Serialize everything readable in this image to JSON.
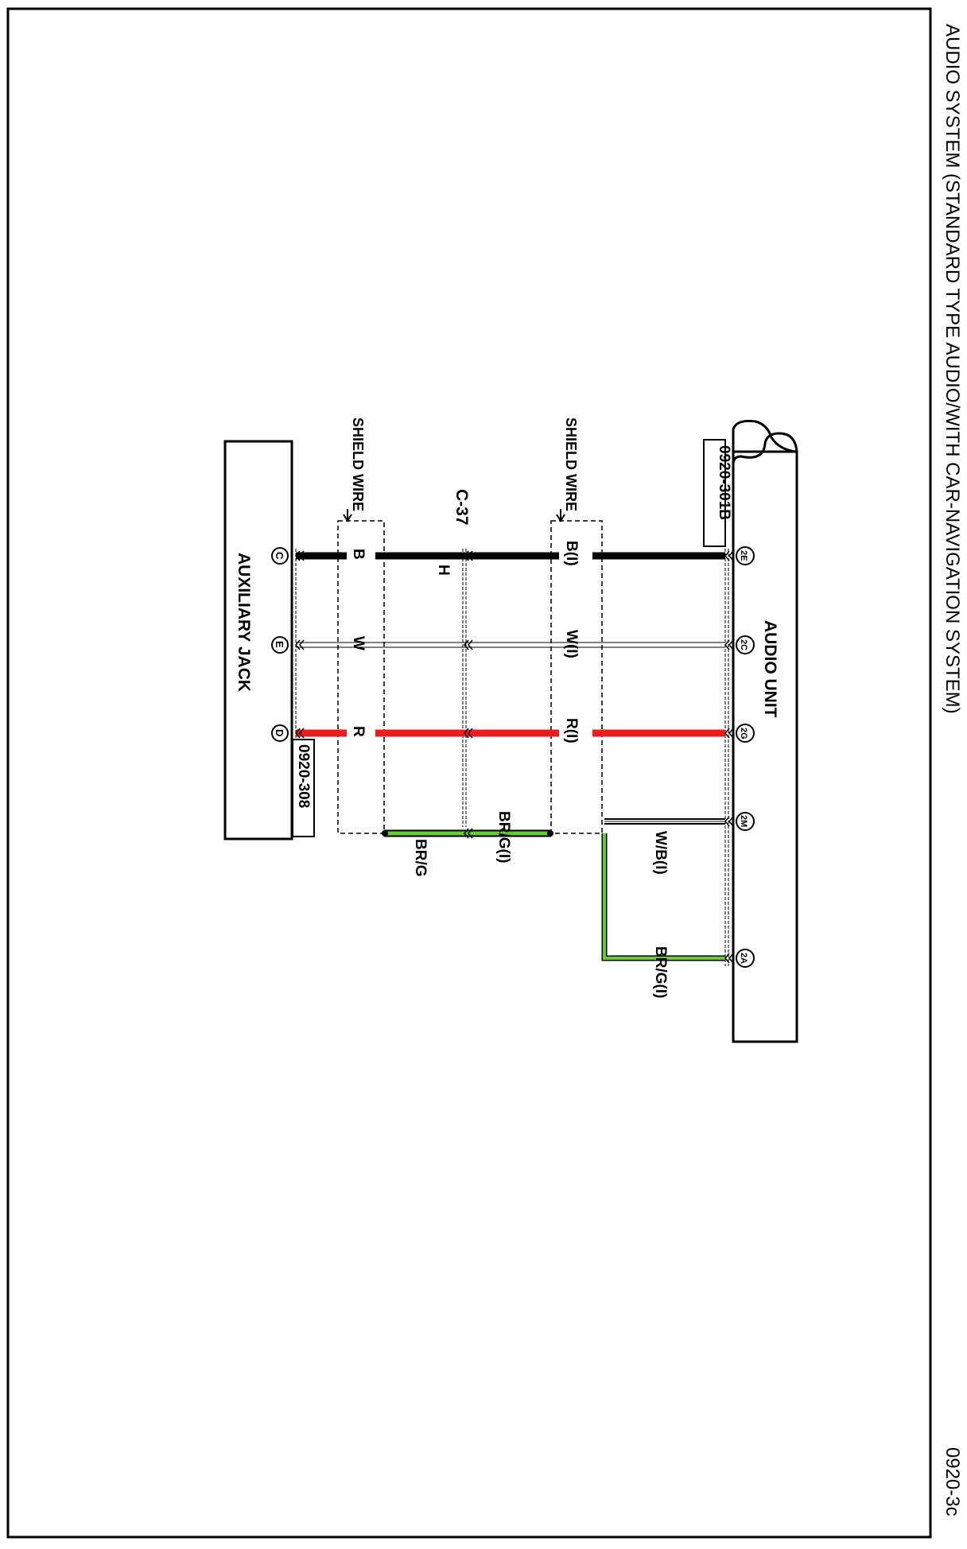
{
  "title": "AUDIO SYSTEM (STANDARD TYPE AUDIO/WITH CAR-NAVIGATION SYSTEM)",
  "page_code": "0920-3c",
  "audio_unit": {
    "name": "AUDIO UNIT",
    "connector": "0920-301B"
  },
  "aux_jack": {
    "name": "AUXILIARY JACK",
    "connector": "0920-308"
  },
  "shield_label": "SHIELD WIRE",
  "intermediate_connector": {
    "name": "C-37",
    "terminal": "H"
  },
  "audio_terminals": [
    "2E",
    "2C",
    "2G",
    "2M",
    "2A"
  ],
  "aux_terminals": [
    "C",
    "E",
    "D"
  ],
  "wires": {
    "b_i": "B(I)",
    "w_i": "W(I)",
    "r_i": "R(I)",
    "brg_i": "BR/G(I)",
    "b": "B",
    "w": "W",
    "r": "R",
    "brg": "BR/G",
    "wb_i": "W/B(I)",
    "brg_i_2a": "BR/G(I)"
  },
  "colors": {
    "black": "#000000",
    "white": "#ffffff",
    "red": "#ee1c1c",
    "green": "#66cc33"
  }
}
